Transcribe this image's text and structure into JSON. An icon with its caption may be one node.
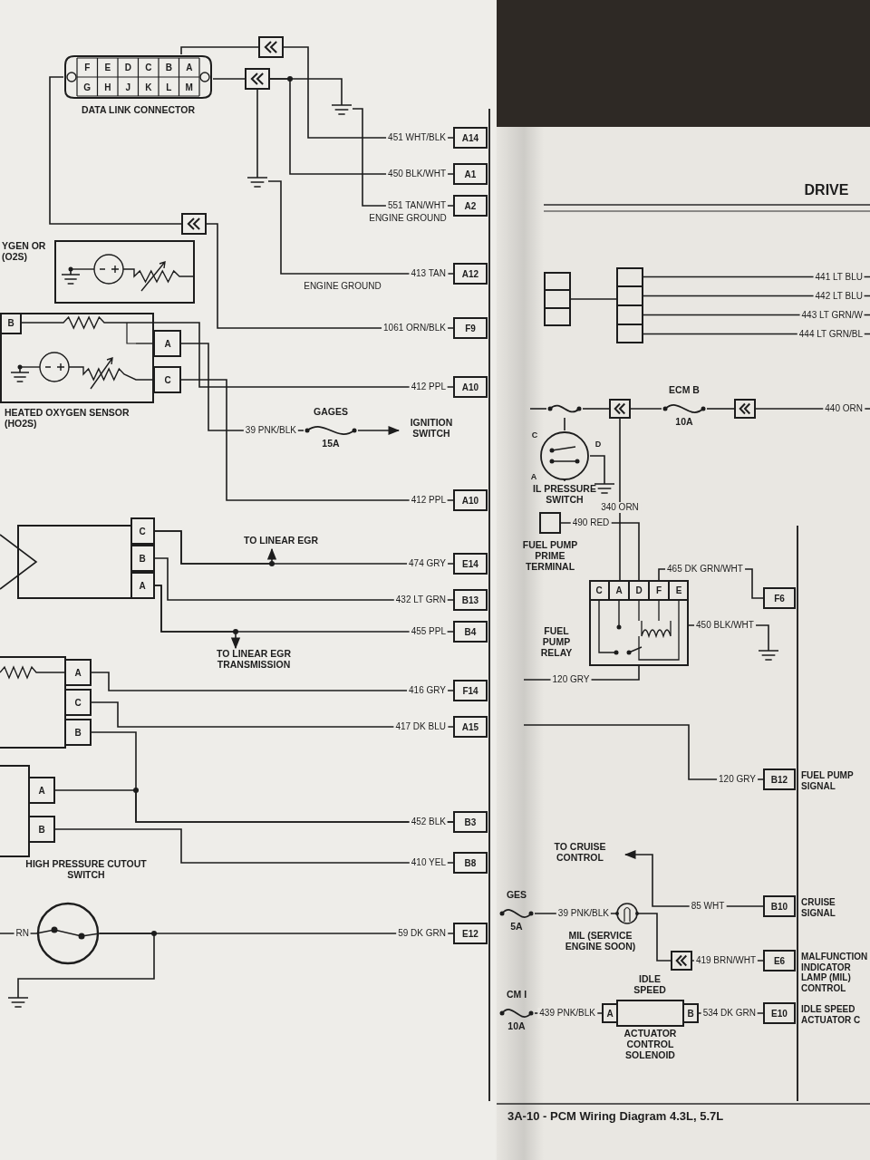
{
  "diagram": {
    "caption": "3A-10 - PCM Wiring Diagram 4.3L, 5.7L",
    "nodes": [
      {
        "text": [
          "DATA LINK CONNECTOR"
        ]
      },
      {
        "text": [],
        "shape": "box"
      },
      {
        "text": [],
        "shape": "box"
      },
      {
        "text": [],
        "shape": "ground"
      },
      {
        "text": [],
        "shape": "ground"
      },
      {
        "text": [],
        "shape": "box"
      },
      {
        "text": [
          "YGEN OR (O2S)"
        ]
      },
      {
        "text": [
          "HEATED OXYGEN SENSOR (HO2S)"
        ]
      },
      {
        "text": [],
        "shape": "box"
      },
      {
        "text": [],
        "shape": "box"
      },
      {
        "text": [],
        "shape": "box"
      },
      {
        "text": [
          "HIGH PRESSURE CUTOUT SWITCH"
        ]
      },
      {
        "text": [],
        "shape": "ground"
      },
      {
        "text": [
          "IGNITION SWITCH"
        ]
      },
      {
        "text": [
          "GAGES",
          "15A"
        ]
      },
      {
        "text": [
          "TO LINEAR EGR"
        ]
      },
      {
        "text": [
          "TO LINEAR EGR TRANSMISSION"
        ]
      },
      {
        "text": [
          "A14"
        ]
      },
      {
        "text": [
          "A1"
        ]
      },
      {
        "text": [
          "A2"
        ]
      },
      {
        "text": [
          "A12"
        ]
      },
      {
        "text": [
          "F9"
        ]
      },
      {
        "text": [
          "A10"
        ]
      },
      {
        "text": [
          "A10"
        ]
      },
      {
        "text": [
          "E14"
        ]
      },
      {
        "text": [
          "B13"
        ]
      },
      {
        "text": [
          "B4"
        ]
      },
      {
        "text": [
          "F14"
        ]
      },
      {
        "text": [
          "A15"
        ]
      },
      {
        "text": [
          "B3"
        ]
      },
      {
        "text": [
          "B8"
        ]
      },
      {
        "text": [
          "E12"
        ]
      },
      {
        "text": [],
        "shape": "box"
      },
      {
        "text": [],
        "shape": "box"
      },
      {
        "text": [],
        "shape": "fuse"
      },
      {
        "text": [],
        "shape": "box"
      },
      {
        "text": [
          "ECM B",
          "10A"
        ]
      },
      {
        "text": [],
        "shape": "box"
      },
      {
        "text": [
          "IL PRESSURE SWITCH"
        ]
      },
      {
        "text": [],
        "shape": "ground"
      },
      {
        "text": [
          "FUEL PUMP PRIME TERMINAL"
        ]
      },
      {
        "text": [
          "FUEL PUMP RELAY"
        ]
      },
      {
        "text": [],
        "shape": "ground"
      },
      {
        "text": [
          "F6"
        ]
      },
      {
        "text": [
          "B12"
        ],
        "beside": [
          "FUEL PUMP SIGNAL"
        ]
      },
      {
        "text": [
          "TO CRUISE CONTROL"
        ]
      },
      {
        "text": [
          "B10"
        ],
        "beside": [
          "CRUISE SIGNAL"
        ]
      },
      {
        "text": [
          "GES",
          "5A"
        ]
      },
      {
        "text": [
          "MIL (SERVICE ENGINE SOON)"
        ]
      },
      {
        "text": [],
        "shape": "box"
      },
      {
        "text": [
          "E6"
        ],
        "beside": [
          "MALFUNCTION INDICATOR LAMP (MIL) CONTROL"
        ]
      },
      {
        "text": [
          "CM I",
          "10A"
        ]
      },
      {
        "text": [
          "IDLE SPEED",
          "ACTUATOR CONTROL SOLENOID"
        ]
      },
      {
        "text": [
          "E10"
        ],
        "beside": [
          "IDLE SPEED ACTUATOR C"
        ]
      }
    ],
    "edges": [
      {
        "from": 0,
        "to": 1,
        "arrow": "none"
      },
      {
        "from": 1,
        "to": 17,
        "arrow": "none",
        "label": "451 WHT/BLK"
      },
      {
        "from": 0,
        "to": 2,
        "arrow": "none"
      },
      {
        "from": 2,
        "to": 18,
        "arrow": "none",
        "label": "450 BLK/WHT"
      },
      {
        "from": 2,
        "to": 3,
        "arrow": "none"
      },
      {
        "from": 2,
        "to": 4,
        "arrow": "none"
      },
      {
        "from": 3,
        "to": 19,
        "arrow": "none",
        "label": "551 TAN/WHT"
      },
      {
        "from": 4,
        "to": 20,
        "arrow": "none",
        "label": "413 TAN"
      },
      {
        "from": 0,
        "to": 5,
        "arrow": "none"
      },
      {
        "from": 5,
        "to": 21,
        "arrow": "none",
        "label": "1061 ORN/BLK"
      },
      {
        "from": 7,
        "to": 22,
        "arrow": "none",
        "label": "412 PPL"
      },
      {
        "from": 7,
        "to": 14,
        "arrow": "none",
        "label": "39 PNK/BLK"
      },
      {
        "from": 14,
        "to": 13,
        "arrow": "to"
      },
      {
        "from": 7,
        "to": 23,
        "arrow": "none",
        "label": "412 PPL"
      },
      {
        "from": 8,
        "to": 24,
        "arrow": "none",
        "label": "474 GRY"
      },
      {
        "from": 8,
        "to": 15,
        "arrow": "to"
      },
      {
        "from": 8,
        "to": 25,
        "arrow": "none",
        "label": "432 LT GRN"
      },
      {
        "from": 8,
        "to": 26,
        "arrow": "none",
        "label": "455 PPL"
      },
      {
        "from": 8,
        "to": 16,
        "arrow": "to"
      },
      {
        "from": 9,
        "to": 27,
        "arrow": "none",
        "label": "416 GRY"
      },
      {
        "from": 9,
        "to": 28,
        "arrow": "none",
        "label": "417 DK BLU"
      },
      {
        "from": 9,
        "to": 29,
        "arrow": "none",
        "label": "452 BLK"
      },
      {
        "from": 10,
        "to": 29,
        "arrow": "none"
      },
      {
        "from": 10,
        "to": 30,
        "arrow": "none",
        "label": "410 YEL"
      },
      {
        "from": null,
        "to": 11,
        "arrow": "none",
        "label": "RN"
      },
      {
        "from": 11,
        "to": 31,
        "arrow": "none",
        "label": "59 DK GRN"
      },
      {
        "from": 11,
        "to": 12,
        "arrow": "none"
      },
      {
        "from": 32,
        "to": 33,
        "arrow": "none"
      },
      {
        "from": 33,
        "to": null,
        "arrow": "none",
        "label": "441 LT BLU"
      },
      {
        "from": 33,
        "to": null,
        "arrow": "none",
        "label": "442 LT BLU"
      },
      {
        "from": 33,
        "to": null,
        "arrow": "none",
        "label": "443 LT GRN/W"
      },
      {
        "from": 33,
        "to": null,
        "arrow": "none",
        "label": "444 LT GRN/BL"
      },
      {
        "from": null,
        "to": 34,
        "arrow": "none"
      },
      {
        "from": 34,
        "to": 35,
        "arrow": "none"
      },
      {
        "from": 35,
        "to": 36,
        "arrow": "none"
      },
      {
        "from": 36,
        "to": 37,
        "arrow": "none"
      },
      {
        "from": 37,
        "to": null,
        "arrow": "none",
        "label": "440 ORN"
      },
      {
        "from": 38,
        "to": 39,
        "arrow": "none"
      },
      {
        "from": 38,
        "to": 34,
        "arrow": "none"
      },
      {
        "from": 35,
        "to": 41,
        "arrow": "none",
        "label": "340 ORN"
      },
      {
        "from": 40,
        "to": 41,
        "arrow": "none",
        "label": "490 RED"
      },
      {
        "from": 41,
        "to": 43,
        "arrow": "none",
        "label": "465 DK GRN/WHT"
      },
      {
        "from": 41,
        "to": 42,
        "arrow": "none",
        "label": "450 BLK/WHT"
      },
      {
        "from": 41,
        "to": null,
        "arrow": "none",
        "label": "120 GRY"
      },
      {
        "from": null,
        "to": 44,
        "arrow": "none",
        "label": "120 GRY"
      },
      {
        "from": 46,
        "to": 45,
        "arrow": "to",
        "label": "85 WHT"
      },
      {
        "from": 47,
        "to": 48,
        "arrow": "none",
        "label": "39 PNK/BLK"
      },
      {
        "from": 48,
        "to": 49,
        "arrow": "none"
      },
      {
        "from": 49,
        "to": 50,
        "arrow": "none",
        "label": "419 BRN/WHT"
      },
      {
        "from": 51,
        "to": 52,
        "arrow": "none",
        "label": "439 PNK/BLK"
      },
      {
        "from": 52,
        "to": 53,
        "arrow": "none",
        "label": "534 DK GRN"
      }
    ],
    "labels": [
      "F",
      "E",
      "D",
      "C",
      "B",
      "A",
      "G",
      "H",
      "J",
      "K",
      "L",
      "M",
      "ENGINE GROUND",
      "ENGINE GROUND",
      "B",
      "A",
      "C",
      "C",
      "B",
      "A",
      "A",
      "C",
      "B",
      "A",
      "B",
      "DRIVE",
      "C",
      "A",
      "D",
      "C",
      "A",
      "D",
      "F",
      "E",
      "A",
      "B"
    ]
  }
}
